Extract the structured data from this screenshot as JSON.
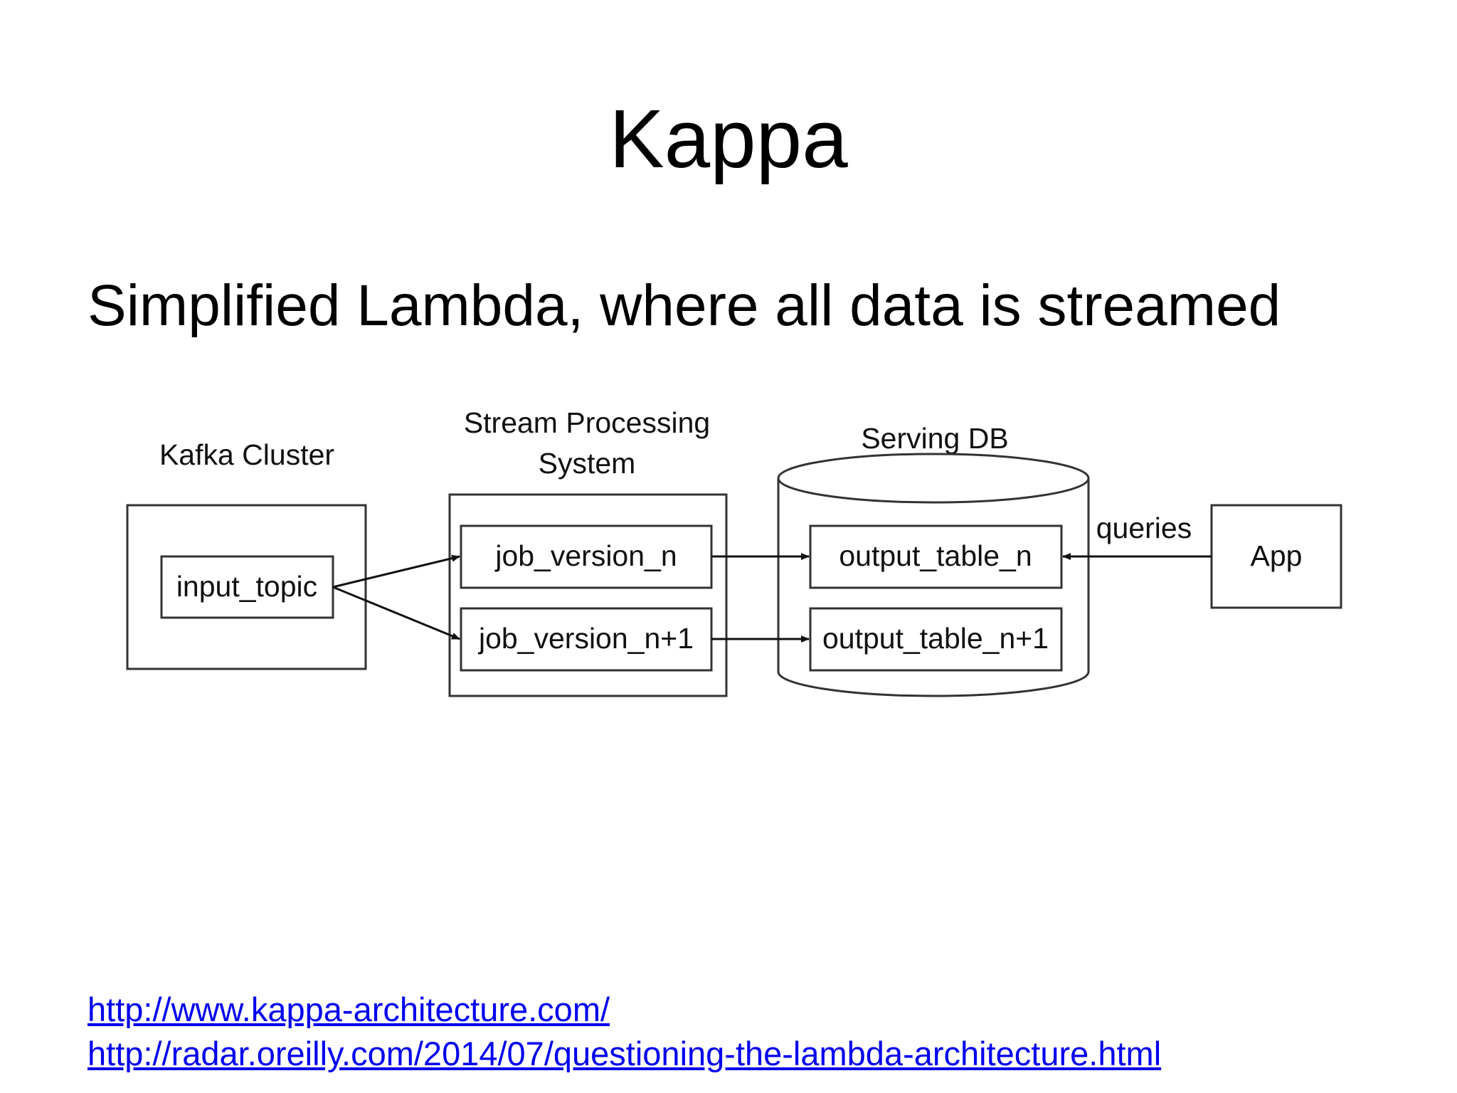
{
  "slide": {
    "title": "Kappa",
    "subtitle": "Simplified Lambda, where all data is streamed"
  },
  "diagram": {
    "groups": {
      "kafka": "Kafka Cluster",
      "stream_line1": "Stream Processing",
      "stream_line2": "System",
      "serving": "Serving DB"
    },
    "nodes": {
      "input_topic": "input_topic",
      "job_n": "job_version_n",
      "job_n1": "job_version_n+1",
      "table_n": "output_table_n",
      "table_n1": "output_table_n+1",
      "app": "App"
    },
    "edges": {
      "queries": "queries"
    }
  },
  "links": [
    "http://www.kappa-architecture.com/",
    "http://radar.oreilly.com/2014/07/questioning-the-lambda-architecture.html"
  ],
  "colors": {
    "link": "#0000ee",
    "stroke": "#333333",
    "text": "#000000"
  }
}
